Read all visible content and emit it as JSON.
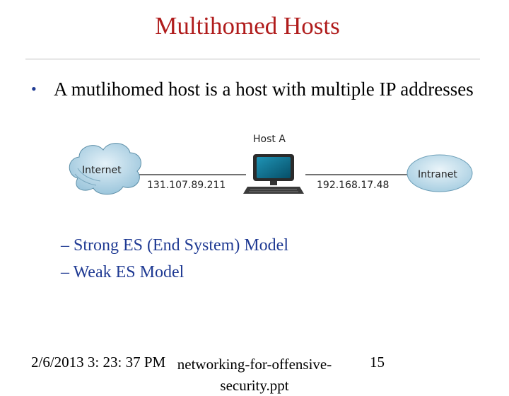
{
  "slide": {
    "title": "Multihomed Hosts",
    "bullet": "A mutlihomed host is a host with multiple IP addresses",
    "sub_bullets": [
      "Strong ES (End System) Model",
      "Weak ES Model"
    ]
  },
  "diagram": {
    "host_label": "Host A",
    "internet_label": "Internet",
    "intranet_label": "Intranet",
    "internet_ip": "131.107.89.211",
    "intranet_ip": "192.168.17.48",
    "icons": [
      "cloud-icon",
      "computer-icon"
    ],
    "colors": {
      "cloud_fill": "#b7d6e6",
      "monitor_screen": "#0b6e8f",
      "monitor_body": "#2b2b2b"
    }
  },
  "footer": {
    "date": "2/6/2013 3: 23: 37 PM",
    "file": "networking-for-offensive-security.ppt",
    "page": "15"
  },
  "colors": {
    "title": "#b01c1c",
    "sub_bullet": "#1f3a93"
  }
}
